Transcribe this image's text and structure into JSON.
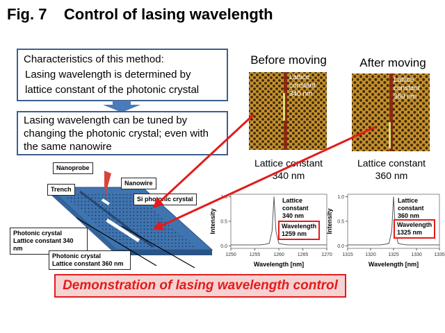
{
  "title": "Fig. 7    Control of lasing wavelength",
  "method_box": {
    "heading": "Characteristics of this method:",
    "line1": "Lasing wavelength is determined by",
    "line2": "lattice constant of the photonic crystal"
  },
  "tuning_box": {
    "text": "Lasing wavelength can be tuned by changing the photonic crystal; even with the same nanowire"
  },
  "before": {
    "heading": "Before moving",
    "overlay_line1": "Lattice",
    "overlay_line2": "constant",
    "overlay_line3": "340 nm",
    "caption_line1": "Lattice constant",
    "caption_line2": "340 nm"
  },
  "after": {
    "heading": "After moving",
    "overlay_line1": "Lattice",
    "overlay_line2": "constant",
    "overlay_line3": "360 nm",
    "caption_line1": "Lattice constant",
    "caption_line2": "360 nm"
  },
  "schematic": {
    "nanoprobe": "Nanoprobe",
    "nanowire": "Nanowire",
    "trench": "Trench",
    "si_pc": "Si photonic crystal",
    "pc1_line1": "Photonic crystal",
    "pc1_line2": "Lattice constant   340 nm",
    "pc2_line1": "Photonic crystal",
    "pc2_line2": "Lattice constant   360 nm"
  },
  "spectra_labels": {
    "left": {
      "lc_line1": "Lattice",
      "lc_line2": "constant",
      "lc_line3": "340 nm",
      "wl_line1": "Wavelength",
      "wl_line2": "1259 nm"
    },
    "right": {
      "lc_line1": "Lattice",
      "lc_line2": "constant",
      "lc_line3": "360 nm",
      "wl_line1": "Wavelength",
      "wl_line2": "1325 nm"
    }
  },
  "banner": "Demonstration of lasing wavelength control",
  "colors": {
    "accent_red": "#e31b1b",
    "box_border": "#3d5f8a",
    "pc_orange": "#c7902a",
    "schematic_blue": "#3f74b0"
  },
  "chart_data": [
    {
      "type": "line",
      "xlabel": "Wavelength [nm]",
      "ylabel": "Intensity",
      "xlim": [
        1250,
        1270
      ],
      "ylim": [
        -0.05,
        1.05
      ],
      "xticks": [
        1250,
        1255,
        1260,
        1265,
        1270
      ],
      "xtick_labels": [
        "1250",
        "1255",
        "1260",
        "1265",
        "1270"
      ],
      "yticks": [
        0.0,
        0.5,
        1.0
      ],
      "ytick_labels": [
        "0.0",
        "0.5",
        "1.0"
      ],
      "peak": 1259,
      "series": [
        {
          "x": [
            1250,
            1256,
            1257,
            1258,
            1258.6,
            1259,
            1259.4,
            1260,
            1261,
            1262,
            1270
          ],
          "values": [
            0.02,
            0.02,
            0.03,
            0.05,
            0.3,
            1.0,
            0.3,
            0.05,
            0.03,
            0.02,
            0.02
          ]
        }
      ]
    },
    {
      "type": "line",
      "xlabel": "Wavelength [nm]",
      "ylabel": "Intensity",
      "xlim": [
        1315,
        1335
      ],
      "ylim": [
        -0.05,
        1.05
      ],
      "xticks": [
        1315,
        1320,
        1325,
        1330,
        1335
      ],
      "xtick_labels": [
        "1315",
        "1320",
        "1325",
        "1330",
        "1335"
      ],
      "yticks": [
        0.0,
        0.5,
        1.0
      ],
      "ytick_labels": [
        "0.0",
        "0.5",
        "1.0"
      ],
      "peak": 1325,
      "series": [
        {
          "x": [
            1315,
            1322,
            1323,
            1324,
            1324.6,
            1325,
            1325.4,
            1326,
            1327,
            1328,
            1335
          ],
          "values": [
            0.02,
            0.02,
            0.03,
            0.05,
            0.3,
            1.0,
            0.3,
            0.05,
            0.03,
            0.02,
            0.02
          ]
        }
      ]
    }
  ]
}
